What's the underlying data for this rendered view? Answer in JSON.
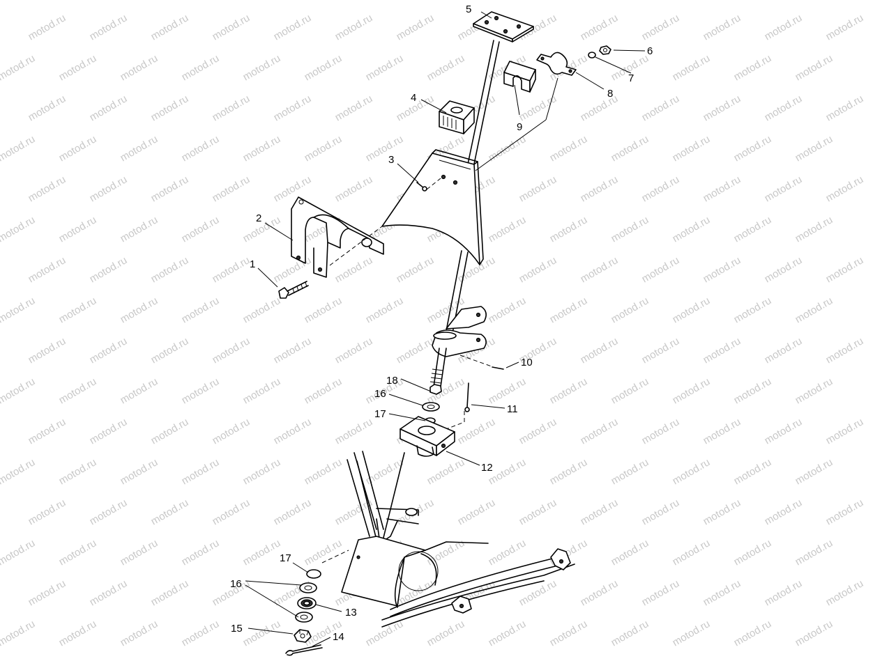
{
  "watermark": {
    "text": "motod.ru",
    "color": "#c8c8c8"
  },
  "callouts": [
    {
      "id": "1",
      "text": "1"
    },
    {
      "id": "2",
      "text": "2"
    },
    {
      "id": "3",
      "text": "3"
    },
    {
      "id": "4",
      "text": "4"
    },
    {
      "id": "5",
      "text": "5"
    },
    {
      "id": "6",
      "text": "6"
    },
    {
      "id": "7",
      "text": "7"
    },
    {
      "id": "8",
      "text": "8"
    },
    {
      "id": "9",
      "text": "9"
    },
    {
      "id": "10",
      "text": "10"
    },
    {
      "id": "11",
      "text": "11"
    },
    {
      "id": "12",
      "text": "12"
    },
    {
      "id": "13",
      "text": "13"
    },
    {
      "id": "14",
      "text": "14"
    },
    {
      "id": "15",
      "text": "15"
    },
    {
      "id": "16a",
      "text": "16"
    },
    {
      "id": "16b",
      "text": "16"
    },
    {
      "id": "17a",
      "text": "17"
    },
    {
      "id": "17b",
      "text": "17"
    },
    {
      "id": "18",
      "text": "18"
    }
  ]
}
